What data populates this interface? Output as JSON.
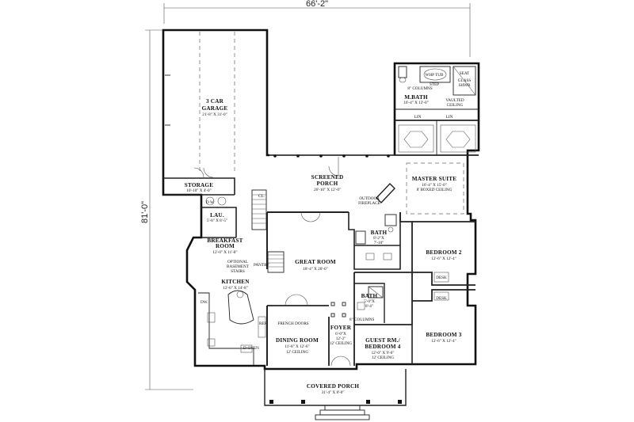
{
  "dimensions": {
    "width": "66'-2\"",
    "depth": "81'-0\""
  },
  "rooms": {
    "garage": {
      "name_1": "3 CAR",
      "name_2": "GARAGE",
      "size": "21'-8\" X 31'-0\""
    },
    "storage": {
      "name": "STORAGE",
      "size": "10'-10\" X 4'-0\""
    },
    "laundry": {
      "name": "LAU.",
      "size": "5'-8\" X 8'-5\""
    },
    "breakfast": {
      "name_1": "BREAKFAST",
      "name_2": "ROOM",
      "size": "12'-0\" X 11'-8\""
    },
    "kitchen": {
      "name": "KITCHEN",
      "size": "12'-6\" X 14'-8\""
    },
    "screened_porch": {
      "name_1": "SCREENED",
      "name_2": "PORCH",
      "size": "26'-10\" X 12'-0\""
    },
    "great_room": {
      "name": "GREAT ROOM",
      "size": "18'-4\" X 20'-0\""
    },
    "dining_room": {
      "name": "DINING ROOM",
      "size": "11'-8\" X 12'-6\"",
      "ceiling": "12' CEILING"
    },
    "foyer": {
      "name": "FOYER",
      "size_1": "6'-0\"X",
      "size_2": "12'-2\"",
      "ceiling": "12' CEILING"
    },
    "guest": {
      "name_1": "GUEST RM./",
      "name_2": "BEDROOM 4",
      "size": "12'-0\" X 9'-6\"",
      "ceiling": "12' CEILING"
    },
    "bath_1": {
      "name": "BATH",
      "size_1": "8'-2\"X",
      "size_2": "7'-10\""
    },
    "bath_2": {
      "name": "BATH",
      "size_1": "5'-0\"X",
      "size_2": "8'-4\""
    },
    "master_suite": {
      "name": "MASTER SUITE",
      "size": "16'-4\" X 15'-0\"",
      "ceiling": "8' BOXED CEILING"
    },
    "master_bath": {
      "name": "M.BATH",
      "size": "16'-4\" X 12'-0\"",
      "ceiling_1": "VAULTED",
      "ceiling_2": "CEILING"
    },
    "bedroom_2": {
      "name": "BEDROOM 2",
      "size": "12'-6\" X 12'-4\""
    },
    "bedroom_3": {
      "name": "BEDROOM 3",
      "size": "12'-6\" X 12'-4\""
    },
    "covered_porch": {
      "name": "COVERED PORCH",
      "size": "31'-4\" X 8'-0\""
    }
  },
  "notes": {
    "outdoor_fireplace_1": "OUTDOOR",
    "outdoor_fireplace_2": "FIREPLACE",
    "basement_stairs_1": "OPTIONAL",
    "basement_stairs_2": "BASEMENT",
    "basement_stairs_3": "STAIRS",
    "french_doors": "FRENCH DOORS",
    "columns_foyer": "8\" COLUMNS",
    "columns_bath": "8\" COLUMNS",
    "step": "STEP",
    "whp_tub": "WHP TUB",
    "seat": "SEAT",
    "glass_shwr_1": "GLASS",
    "glass_shwr_2": "SHWR",
    "dw": "DW.",
    "lin_1": "LIN",
    "lin_2": "LIN",
    "desk_1": "DESK",
    "desk_2": "DESK",
    "d_oven": "D-OVEN",
    "ref": "REF",
    "pantry": "PANTRY",
    "dryer_washer": "D   W",
    "cl": "CL."
  }
}
